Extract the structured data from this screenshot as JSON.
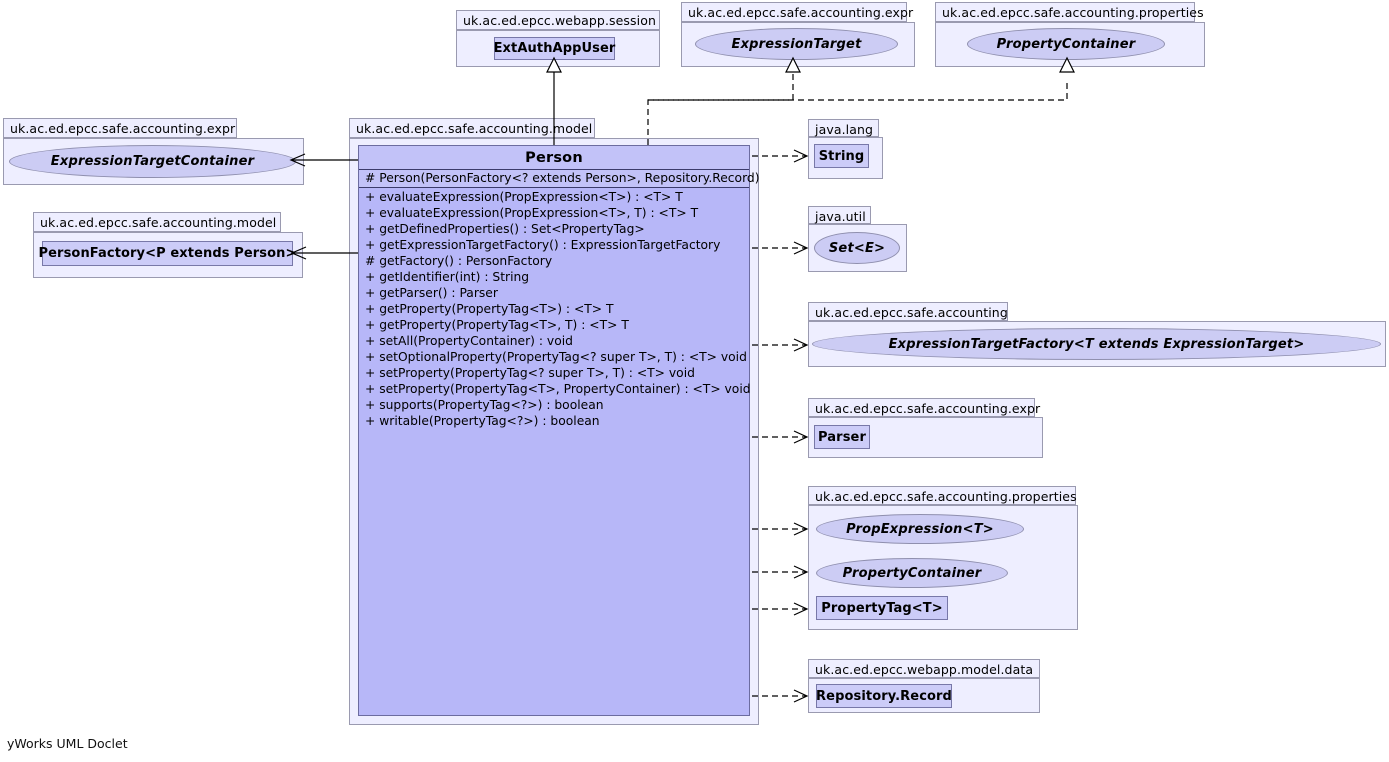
{
  "diagram": {
    "tool_credit": "yWorks UML Doclet",
    "colors": {
      "class_fill": "#ccccf8",
      "main_class_fill": "#b7b7f8",
      "main_class_header_fill": "#c2c2f8",
      "package_fill": "#eeeeff",
      "package_border": "#9a9ab0",
      "interface_fill": "#ccccf4",
      "edge": "#000000",
      "background": "#ffffff"
    }
  },
  "packages": {
    "webapp_session": {
      "label": "uk.ac.ed.epcc.webapp.session"
    },
    "accounting_expr_top": {
      "label": "uk.ac.ed.epcc.safe.accounting.expr"
    },
    "accounting_properties_top": {
      "label": "uk.ac.ed.epcc.safe.accounting.properties"
    },
    "accounting_expr_left": {
      "label": "uk.ac.ed.epcc.safe.accounting.expr"
    },
    "accounting_model_left": {
      "label": "uk.ac.ed.epcc.safe.accounting.model"
    },
    "accounting_model_main": {
      "label": "uk.ac.ed.epcc.safe.accounting.model"
    },
    "java_lang": {
      "label": "java.lang"
    },
    "java_util": {
      "label": "java.util"
    },
    "accounting": {
      "label": "uk.ac.ed.epcc.safe.accounting"
    },
    "accounting_expr_right": {
      "label": "uk.ac.ed.epcc.safe.accounting.expr"
    },
    "accounting_properties_right": {
      "label": "uk.ac.ed.epcc.safe.accounting.properties"
    },
    "webapp_model_data": {
      "label": "uk.ac.ed.epcc.webapp.model.data"
    }
  },
  "nodes": {
    "ext_auth_app_user": {
      "label": "ExtAuthAppUser",
      "kind": "class"
    },
    "expression_target": {
      "label": "ExpressionTarget",
      "kind": "interface"
    },
    "property_container_top": {
      "label": "PropertyContainer",
      "kind": "interface"
    },
    "expression_target_container": {
      "label": "ExpressionTargetContainer",
      "kind": "interface"
    },
    "person_factory": {
      "label": "PersonFactory<P extends Person>",
      "kind": "class"
    },
    "string": {
      "label": "String",
      "kind": "class"
    },
    "set_e": {
      "label": "Set<E>",
      "kind": "interface"
    },
    "expression_target_factory": {
      "label": "ExpressionTargetFactory<T extends ExpressionTarget>",
      "kind": "interface"
    },
    "parser": {
      "label": "Parser",
      "kind": "class"
    },
    "prop_expression": {
      "label": "PropExpression<T>",
      "kind": "interface"
    },
    "property_container_right": {
      "label": "PropertyContainer",
      "kind": "interface"
    },
    "property_tag": {
      "label": "PropertyTag<T>",
      "kind": "class"
    },
    "repository_record": {
      "label": "Repository.Record",
      "kind": "class"
    }
  },
  "person": {
    "title": "Person",
    "constructor": "#  Person(PersonFactory<? extends Person>, Repository.Record)",
    "methods": [
      "+  evaluateExpression(PropExpression<T>) :  <T> T",
      "+  evaluateExpression(PropExpression<T>, T) :  <T> T",
      "+  getDefinedProperties() : Set<PropertyTag>",
      "+  getExpressionTargetFactory() : ExpressionTargetFactory",
      "#  getFactory() : PersonFactory",
      "+  getIdentifier(int) : String",
      "+  getParser() : Parser",
      "+  getProperty(PropertyTag<T>) :  <T> T",
      "+  getProperty(PropertyTag<T>, T) :  <T> T",
      "+  setAll(PropertyContainer) : void",
      "+  setOptionalProperty(PropertyTag<? super T>, T) :  <T> void",
      "+  setProperty(PropertyTag<? super T>, T) :  <T> void",
      "+  setProperty(PropertyTag<T>, PropertyContainer) :  <T> void",
      "+  supports(PropertyTag<?>) : boolean",
      "+  writable(PropertyTag<?>) : boolean"
    ]
  }
}
